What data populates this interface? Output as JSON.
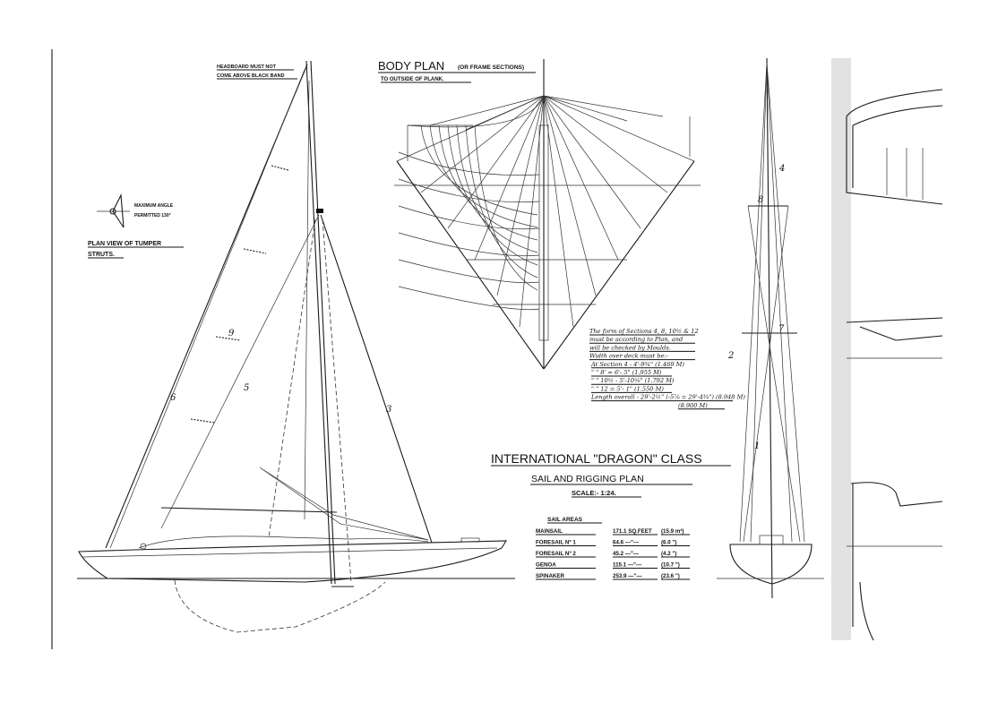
{
  "title_block": {
    "title": "INTERNATIONAL \"DRAGON\" CLASS",
    "subtitle": "SAIL AND RIGGING PLAN",
    "scale": "SCALE:- 1:24."
  },
  "sail_areas": {
    "heading": "SAIL AREAS",
    "rows": [
      {
        "name": "MAINSAIL",
        "sqft": "171.1 SQ.FEET",
        "sqm": "(15.9 m²)"
      },
      {
        "name": "FORESAIL Nº 1",
        "sqft": "64.6 —\"—",
        "sqm": "(6.0 \")"
      },
      {
        "name": "FORESAIL Nº 2",
        "sqft": "45.2 —\"—",
        "sqm": "(4.2 \")"
      },
      {
        "name": "GENOA",
        "sqft": "115.1 —\"—",
        "sqm": "(10.7 \")"
      },
      {
        "name": "SPINAKER",
        "sqft": "253.9 —\"—",
        "sqm": "(23.6 \")"
      }
    ]
  },
  "notes": {
    "headboard": [
      "HEADBOARD MUST NOT",
      "COME ABOVE BLACK BAND"
    ],
    "angle": [
      "MAXIMUM ANGLE",
      "PERMITTED 130°"
    ],
    "plan_view": [
      "PLAN VIEW OF TUMPER",
      "STRUTS."
    ],
    "body_plan_title": "BODY PLAN",
    "body_plan_sub": "(OR FRAME SECTIONS)",
    "body_plan_note": "TO OUTSIDE OF PLANK.",
    "sections": [
      "The form of Sections 4, 8, 10½ & 12",
      "must be according to Plan, and",
      "will be checked by Moulds.",
      "Width over deck must be:-",
      "At Section 4 - 4'-9¾\"  (1.469 M)",
      "\"    \"    8' = 6'- 5\"  (1.955 M)",
      "\"    \"    10½ - 5'-10⅝\"  (1.792 M)",
      "\"    \"    12 = 5'- 1\"  (1.550 M)",
      "Length overall - 29'-2½\" (-5⅞ = 29'-4⅜\") (8.948 M)",
      "(8.900 M)"
    ]
  },
  "stay_labels": [
    "1",
    "2",
    "3",
    "4",
    "5",
    "6",
    "7",
    "8",
    "9"
  ]
}
